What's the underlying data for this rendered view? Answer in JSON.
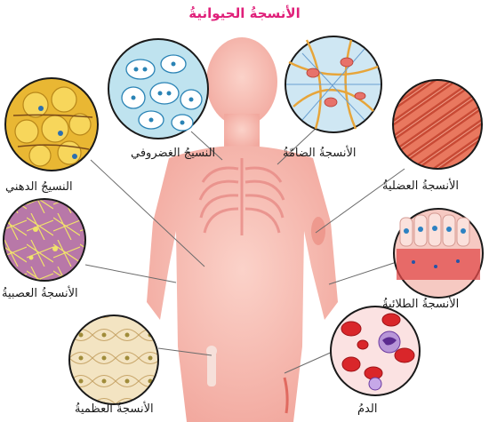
{
  "title": "الأنسجةُ الحيوانيةُ",
  "accent_color": "#e0207a",
  "body_color": "#f6b8ae",
  "labels": {
    "cartilage": "النسيجُ الغضروفي",
    "connective": "الأنسجةُ الضامّةُ",
    "adipose": "النسيجُ الدهني",
    "muscle": "الأنسجةُ العضليةُ",
    "nervous": "الأنسجةُ العصبيةُ",
    "epithelial": "الأنسجةُ الطلائيةُ",
    "bone": "الأنسجةُ العظميةُ",
    "blood": "الدمُ"
  }
}
